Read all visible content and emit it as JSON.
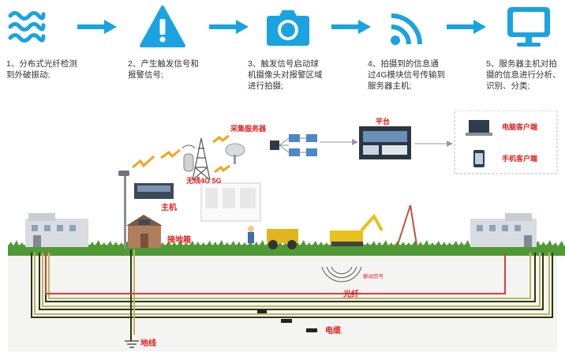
{
  "colors": {
    "icon_blue": "#1aa3e0",
    "label_red": "#e02020",
    "fiber_red": "#e03a3a",
    "cable_dark": "#2f3518",
    "cable_olive": "#b8b860",
    "grass": "#6ab04c",
    "soil": "#f2f2f0"
  },
  "steps": [
    {
      "icon": "waves-icon",
      "text": "1、分布式光纤检测到外破振动;"
    },
    {
      "icon": "warning-icon",
      "text": "2、产生触发信号和报警信号;"
    },
    {
      "icon": "camera-icon",
      "text": "3、触发信号启动球机摄像头对报警区域进行拍摄;"
    },
    {
      "icon": "wifi-icon",
      "text": "4、拍摄到的信息通过4G模块信号传输到服务器主机;"
    },
    {
      "icon": "monitor-icon",
      "text": "5、服务器主机对拍摄的信息进行分析、识别、分类;"
    }
  ],
  "labels": {
    "collection_server": "采集服务器",
    "platform": "平台",
    "pc_client": "电脑客户端",
    "mobile_client": "手机客户端",
    "wireless": "无线4G 5G",
    "host": "主机",
    "grounding_box": "接地箱",
    "vibration_signal": "振动信号",
    "fiber": "光纤",
    "cable": "电缆",
    "ground_wire": "地线"
  }
}
